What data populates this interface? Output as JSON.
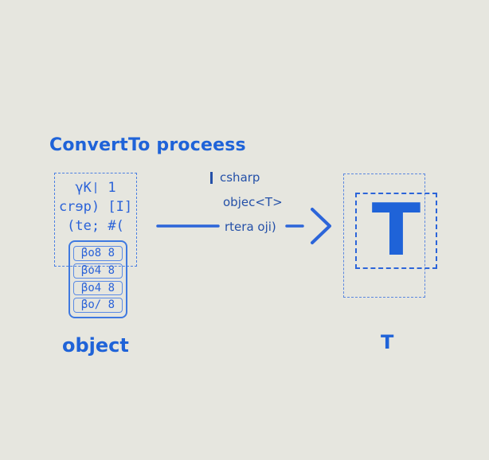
{
  "diagram": {
    "title": "ConvertTo proceess",
    "source": {
      "code_lines": [
        "γK❘ 1",
        "crɘp) [I]",
        "(te; #(",
        ""
      ],
      "keypad_rows": [
        "βo8 8",
        "βo4 8",
        "βo4 8",
        "βo/ 8"
      ],
      "label": "object"
    },
    "arrow": {
      "language": "csharp",
      "type_label": "objec<T>",
      "call_label": "rtera oji)"
    },
    "target": {
      "glyph": "T",
      "label": "T"
    },
    "colors": {
      "background": "#e6e6df",
      "accent": "#1f63d8",
      "text_dark": "#2450a8"
    }
  }
}
